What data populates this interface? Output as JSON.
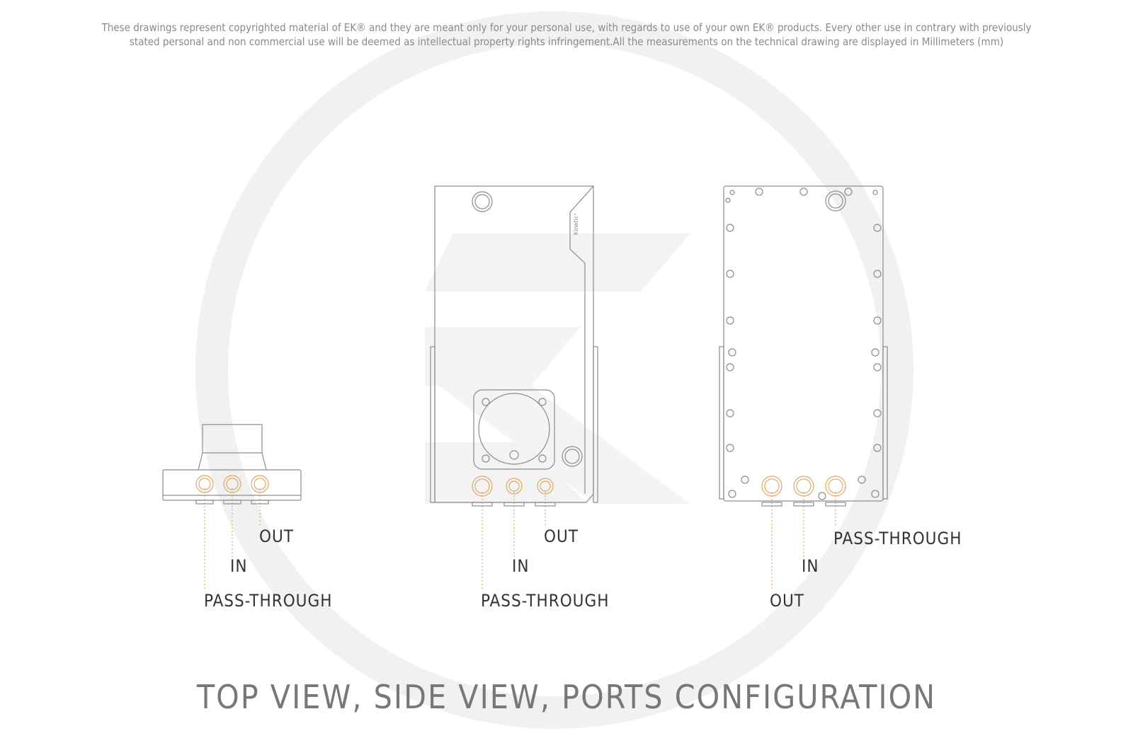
{
  "disclaimer": {
    "line1": "These drawings represent copyrighted material of EK® and they are meant only for your personal use, with regards to use of  your own EK® products. Every other use in contrary with previously",
    "line2": "stated personal and non commercial use will be deemed as intellectual property rights infringement.All the measurements on the technical drawing are displayed in Millimeters (mm)"
  },
  "colors": {
    "line": "#8c8c8c",
    "accent": "#e0a868",
    "watermark": "#f2f2f2",
    "label": "#333333",
    "title": "#777777"
  },
  "views": {
    "top_view": {
      "labels": {
        "out": "OUT",
        "in": "IN",
        "pass": "PASS-THROUGH"
      }
    },
    "side_view": {
      "brand_text": "Kinetic³",
      "labels": {
        "out": "OUT",
        "in": "IN",
        "pass": "PASS-THROUGH"
      }
    },
    "back_view": {
      "labels": {
        "pass": "PASS-THROUGH",
        "in": "IN",
        "out": "OUT"
      }
    }
  },
  "logo_text": "EK",
  "title": "TOP VIEW, SIDE VIEW, PORTS CONFIGURATION"
}
